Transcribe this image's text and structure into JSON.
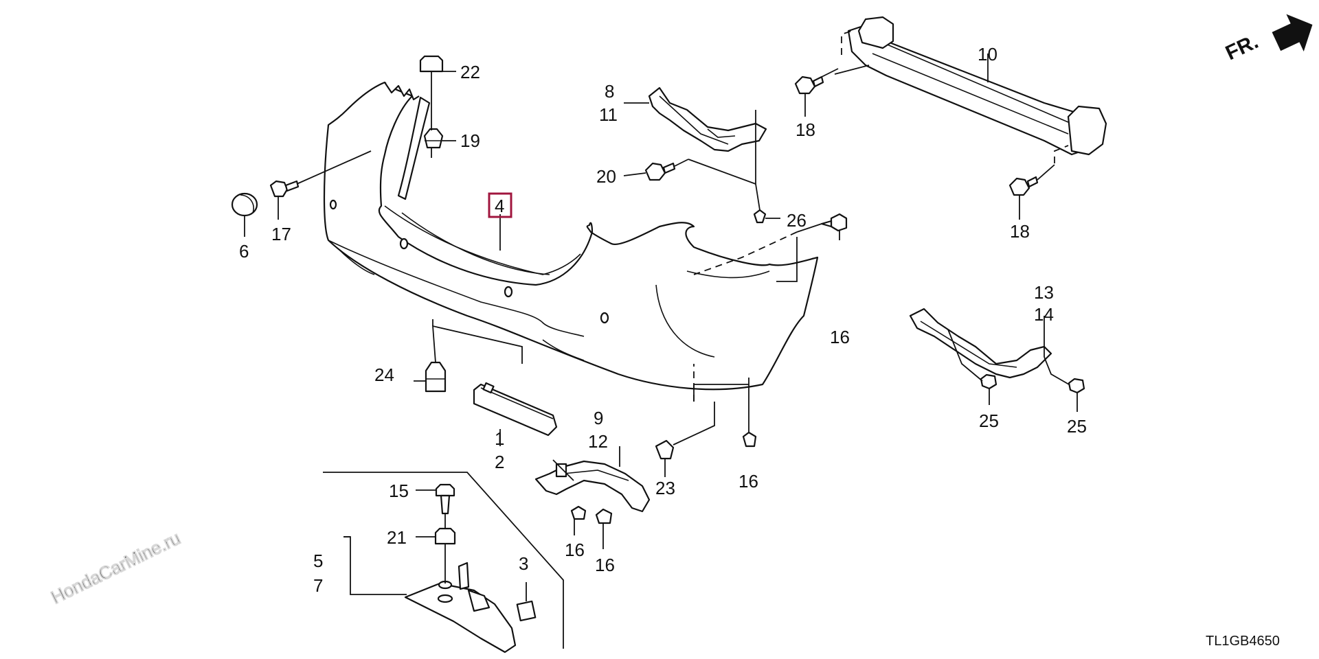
{
  "diagram": {
    "watermark": "HondaCarMine.ru",
    "direction_label": "FR.",
    "code": "TL1GB4650",
    "highlight_color": "#a0153e",
    "labels": {
      "l1": "1",
      "l2": "2",
      "l3": "3",
      "l4": "4",
      "l5": "5",
      "l6": "6",
      "l7": "7",
      "l8": "8",
      "l9": "9",
      "l10": "10",
      "l11": "11",
      "l12": "12",
      "l13": "13",
      "l14": "14",
      "l15": "15",
      "l16a": "16",
      "l16b": "16",
      "l16c": "16",
      "l16d": "16",
      "l17": "17",
      "l18a": "18",
      "l18b": "18",
      "l19": "19",
      "l20": "20",
      "l21": "21",
      "l22": "22",
      "l23": "23",
      "l24": "24",
      "l25a": "25",
      "l25b": "25",
      "l26": "26"
    }
  }
}
